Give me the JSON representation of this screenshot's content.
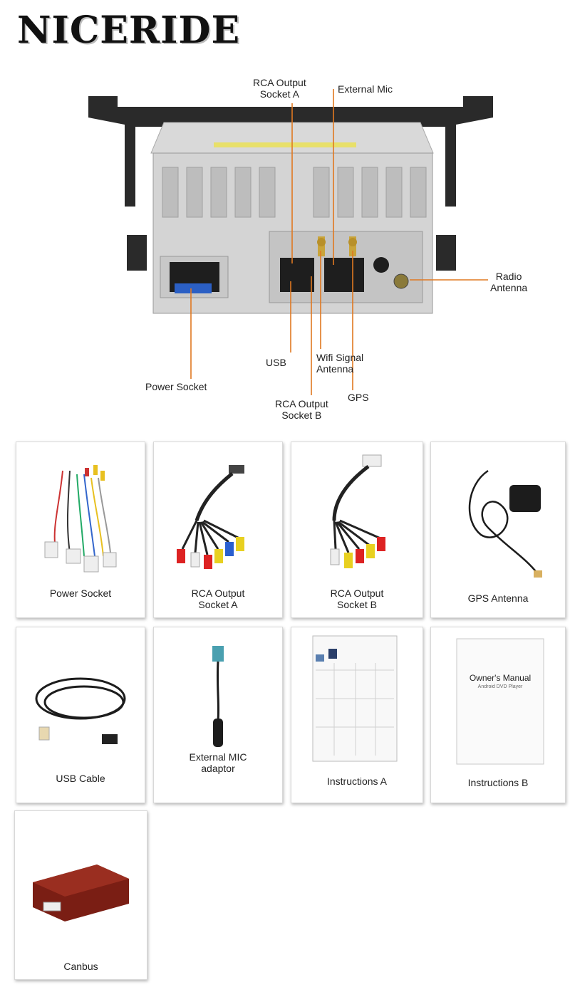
{
  "brand": "NICERIDE",
  "callouts": {
    "rca_a": [
      "RCA Output",
      "Socket A"
    ],
    "external_mic": "External Mic",
    "radio_antenna": [
      "Radio",
      "Antenna"
    ],
    "usb": "USB",
    "wifi": [
      "Wifi Signal",
      "Antenna"
    ],
    "gps": "GPS",
    "rca_b": [
      "RCA Output",
      "Socket B"
    ],
    "power_socket": "Power Socket"
  },
  "accessories": [
    {
      "caption": [
        "Power Socket"
      ]
    },
    {
      "caption": [
        "RCA Output",
        "Socket A"
      ]
    },
    {
      "caption": [
        "RCA Output",
        "Socket B"
      ]
    },
    {
      "caption": [
        "GPS Antenna"
      ]
    },
    {
      "caption": [
        "USB Cable"
      ]
    },
    {
      "caption": [
        "External MIC",
        "adaptor"
      ]
    },
    {
      "caption": [
        "Instructions A"
      ]
    },
    {
      "caption": [
        "Instructions B"
      ]
    },
    {
      "caption": [
        "Canbus"
      ]
    }
  ],
  "manual": {
    "title": "Owner's Manual",
    "subtitle": "Android DVD Player"
  },
  "colors": {
    "leader_line": "#e07820",
    "unit_body": "#d4d4d4",
    "bracket": "#2a2a2a",
    "canbus_box": "#7a1e14"
  }
}
